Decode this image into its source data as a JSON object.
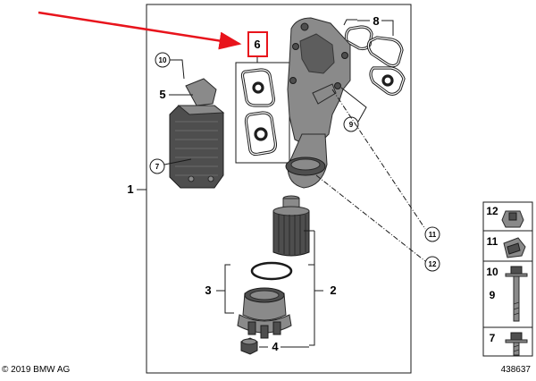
{
  "callouts": {
    "c1": "1",
    "c2": "2",
    "c3": "3",
    "c4": "4",
    "c5": "5",
    "c6": "6",
    "c7": "7",
    "c8": "8",
    "c9": "9",
    "c10": "10",
    "c11": "11",
    "c12": "12"
  },
  "legend": {
    "items": [
      {
        "num": "12",
        "icon": "clip-nut-icon"
      },
      {
        "num": "11",
        "icon": "clip-icon"
      },
      {
        "num": "10",
        "icon": "bolt-with-washer-icon"
      },
      {
        "num": "9",
        "icon": "bolt-icon"
      },
      {
        "num": "7",
        "icon": "short-bolt-icon"
      }
    ]
  },
  "footer": {
    "copyright": "© 2019 BMW AG",
    "diagram_number": "438637"
  },
  "colors": {
    "highlight": "#e8141c",
    "part_fill": "#8a8a8a",
    "part_dark": "#4e4e4e",
    "frame": "#1a1a1a"
  }
}
